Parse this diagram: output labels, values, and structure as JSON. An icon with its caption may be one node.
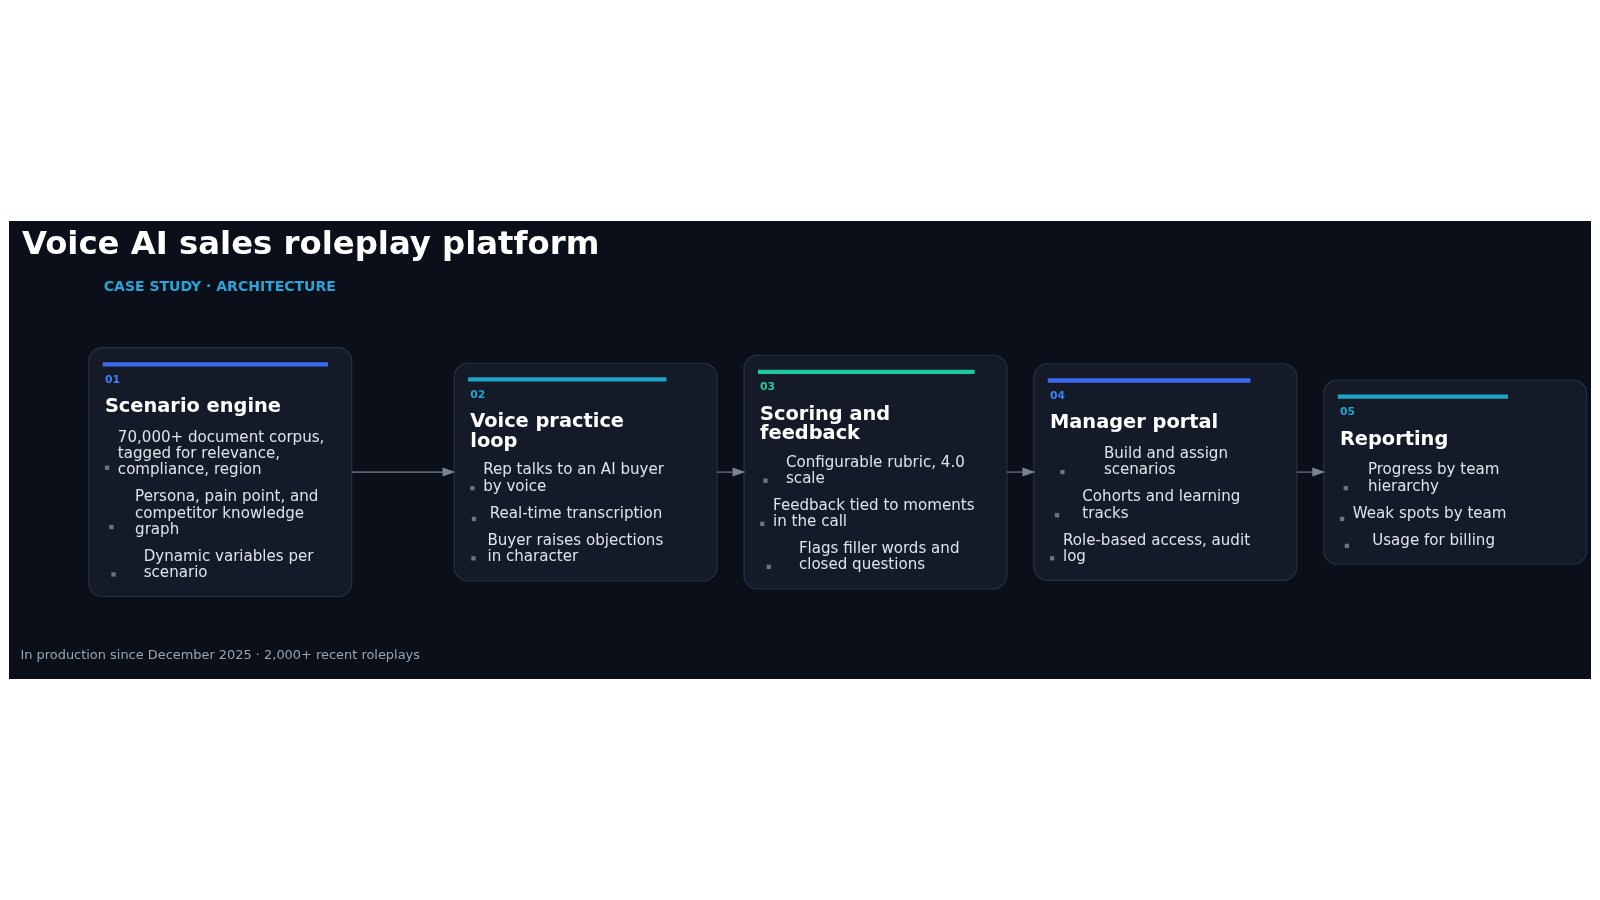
{
  "diagram": {
    "title": "Voice AI sales roleplay platform",
    "caption": "In production since December 2025 · 2,000+ recent roleplays",
    "nodes": [
      {
        "text": [
          "01",
          "Scenario engine",
          "70,000+ document corpus, tagged for relevance, compliance, region",
          "Persona, pain point, and competitor knowledge graph",
          "Dynamic variables per scenario"
        ]
      },
      {
        "text": [
          "02",
          "Voice practice loop",
          "Rep talks to an AI buyer by voice",
          "Real-time transcription",
          "Buyer raises objections in character"
        ]
      },
      {
        "text": [
          "03",
          "Scoring and feedback",
          "Configurable rubric, 4.0 scale",
          "Feedback tied to moments in the call",
          "Flags filler words and closed questions"
        ]
      },
      {
        "text": [
          "04",
          "Manager portal",
          "Build and assign scenarios",
          "Cohorts and learning tracks",
          "Role-based access, audit log"
        ]
      },
      {
        "text": [
          "05",
          "Reporting",
          "Progress by team hierarchy",
          "Weak spots by team",
          "Usage for billing"
        ]
      }
    ],
    "edges": [
      {
        "from": 0,
        "to": 1,
        "arrow": "to"
      },
      {
        "from": 1,
        "to": 2,
        "arrow": "to"
      },
      {
        "from": 2,
        "to": 3,
        "arrow": "to"
      },
      {
        "from": 3,
        "to": 4,
        "arrow": "to"
      }
    ],
    "labels": [
      "CASE STUDY · ARCHITECTURE"
    ]
  }
}
